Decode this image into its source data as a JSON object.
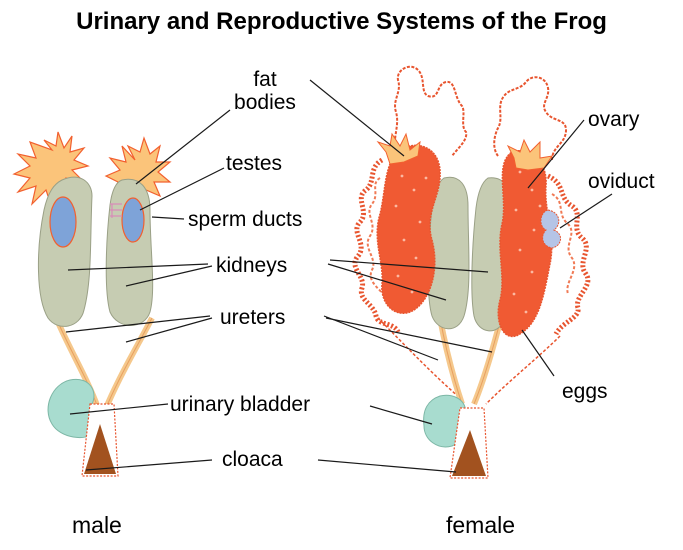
{
  "title": "Urinary and Reproductive Systems of the Frog",
  "labels": {
    "fat_bodies_1": "fat",
    "fat_bodies_2": "bodies",
    "testes": "testes",
    "sperm_ducts": "sperm ducts",
    "kidneys": "kidneys",
    "ureters": "ureters",
    "urinary_bladder": "urinary bladder",
    "cloaca": "cloaca",
    "ovary": "ovary",
    "oviduct": "oviduct",
    "eggs": "eggs"
  },
  "captions": {
    "male": "male",
    "female": "female"
  },
  "colors": {
    "fat_body": "#fbc47a",
    "fat_body_edge": "#f2602f",
    "testis": "#7ea3d8",
    "kidney": "#c6ccb2",
    "ureter": "#f5c88c",
    "bladder": "#a8dccf",
    "cloaca": "#a2521f",
    "ovary": "#f05a33",
    "oviduct": "#e8552f",
    "leader_line": "#1a1a1a"
  }
}
